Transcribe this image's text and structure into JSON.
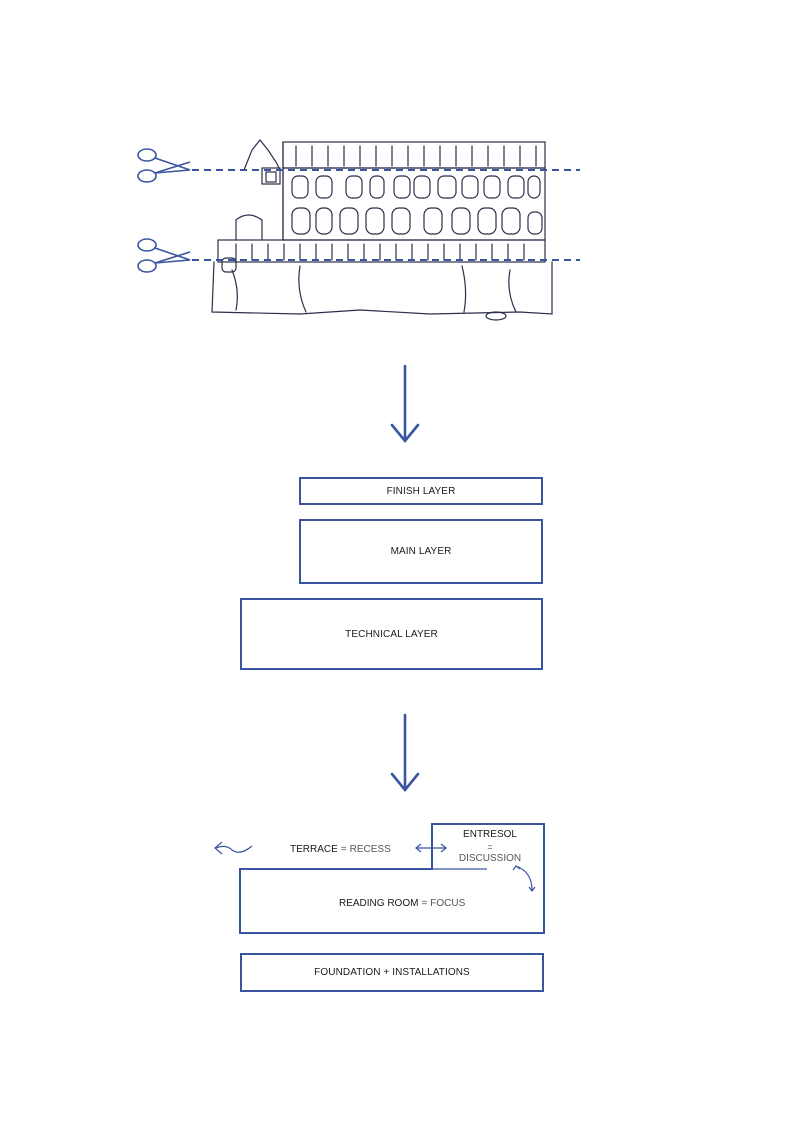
{
  "stack": {
    "finish": "FINISH LAYER",
    "main": "MAIN LAYER",
    "technical": "TECHNICAL LAYER"
  },
  "program": {
    "terrace": "TERRACE",
    "recess": "RECESS",
    "entresol": "ENTRESOL",
    "discussion": "DISCUSSION",
    "reading_room": "READING ROOM",
    "focus": "FOCUS",
    "foundation": "FOUNDATION + INSTALLATIONS",
    "equals": "="
  },
  "colors": {
    "line": "#3a55a0",
    "ink": "#2b2f4a"
  }
}
